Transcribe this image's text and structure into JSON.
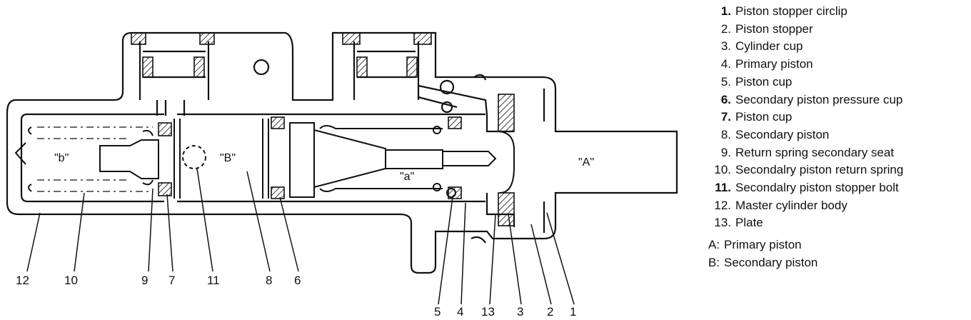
{
  "diagram": {
    "region_labels": {
      "b_small": "\"b\"",
      "B_large": "\"B\"",
      "a_small": "\"a\"",
      "A_large": "\"A\""
    },
    "callouts": [
      "12",
      "10",
      "9",
      "7",
      "11",
      "8",
      "6",
      "5",
      "4",
      "13",
      "3",
      "2",
      "1"
    ]
  },
  "legend": {
    "parts": [
      {
        "num": "1.",
        "label": "Piston stopper circlip"
      },
      {
        "num": "2.",
        "label": "Piston stopper"
      },
      {
        "num": "3.",
        "label": "Cylinder cup"
      },
      {
        "num": "4.",
        "label": "Primary piston"
      },
      {
        "num": "5.",
        "label": "Piston cup"
      },
      {
        "num": "6.",
        "label": "Secondary piston pressure cup"
      },
      {
        "num": "7.",
        "label": "Piston cup"
      },
      {
        "num": "8.",
        "label": "Secondary piston"
      },
      {
        "num": "9.",
        "label": "Return spring secondary seat"
      },
      {
        "num": "10.",
        "label": "Secondalry piston return spring"
      },
      {
        "num": "11.",
        "label": "Secondalry piston stopper bolt"
      },
      {
        "num": "12.",
        "label": "Master cylinder body"
      },
      {
        "num": "13.",
        "label": "Plate"
      }
    ],
    "letters": [
      {
        "key": "A:",
        "label": "Primary piston"
      },
      {
        "key": "B:",
        "label": "Secondary piston"
      }
    ]
  }
}
